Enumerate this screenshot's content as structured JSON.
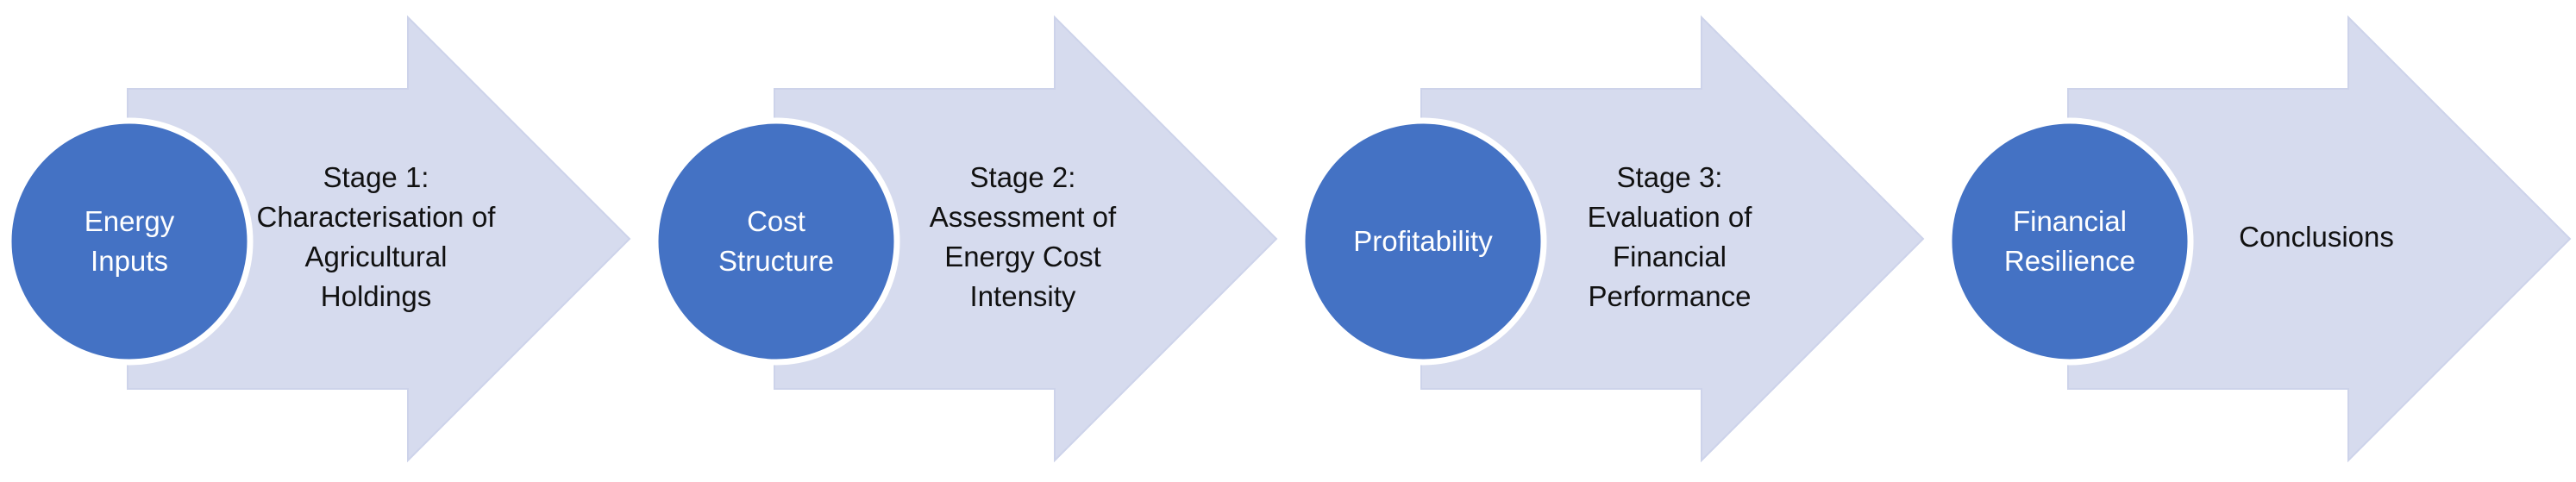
{
  "colors": {
    "arrow_fill": "#d6dbee",
    "circle_fill": "#4472c4",
    "circle_text": "#ffffff",
    "stage_text": "#111111"
  },
  "steps": [
    {
      "circle_label": "Energy\nInputs",
      "stage_label": "Stage 1:\nCharacterisation of Agricultural\nHoldings"
    },
    {
      "circle_label": "Cost\nStructure",
      "stage_label": "Stage 2:\nAssessment of\nEnergy Cost\nIntensity"
    },
    {
      "circle_label": "Profitability",
      "stage_label": "Stage 3:\nEvaluation of\nFinancial\nPerformance"
    },
    {
      "circle_label": "Financial\nResilience",
      "stage_label": "Conclusions"
    }
  ]
}
